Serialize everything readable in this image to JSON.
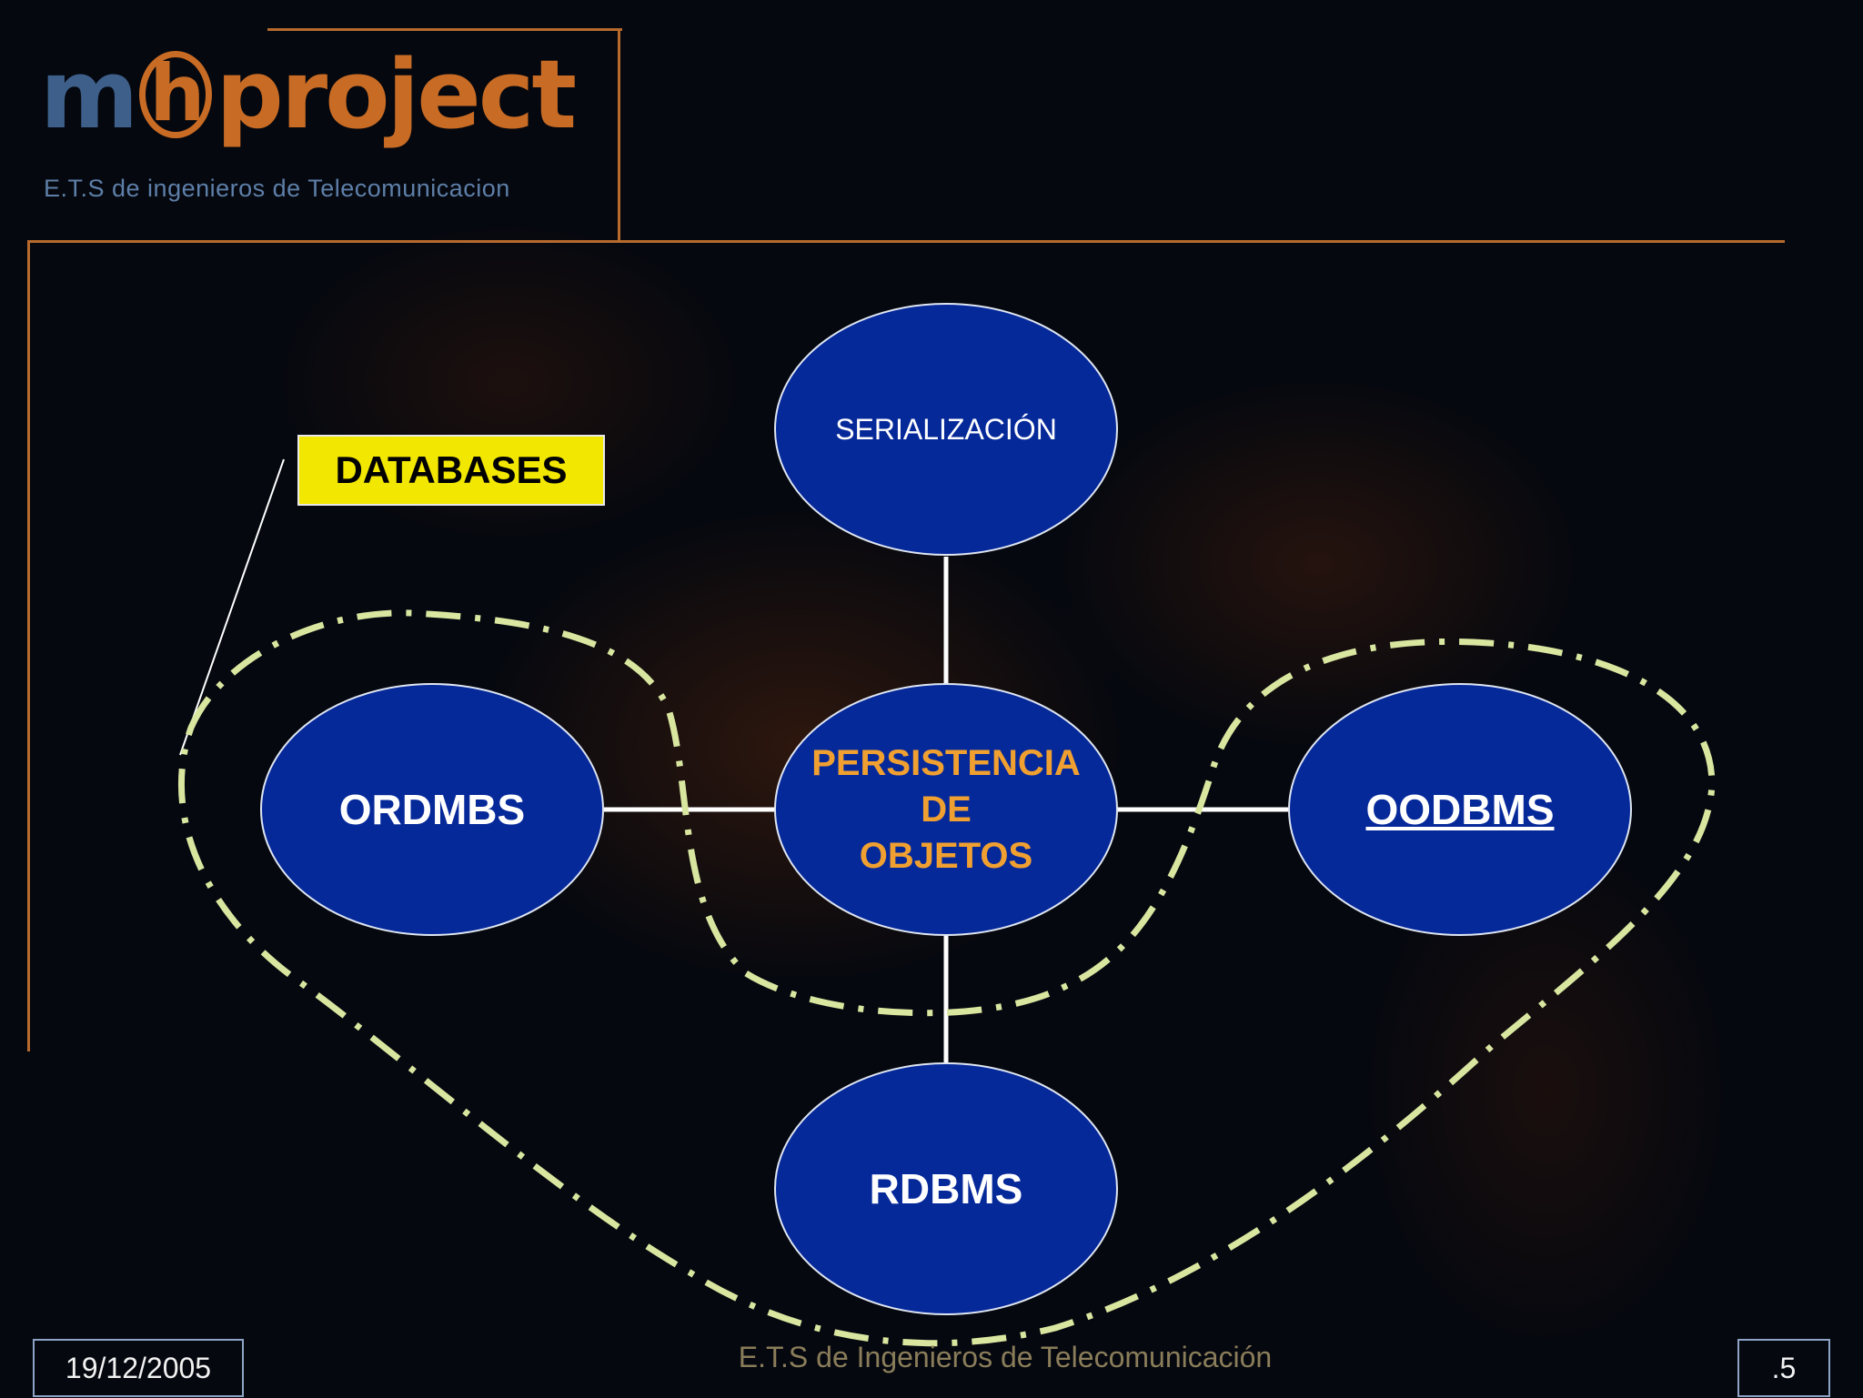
{
  "logo": {
    "m": "m",
    "h": "h",
    "rest": "project",
    "subtitle": "E.T.S de ingenieros de Telecomunicacion"
  },
  "diagram": {
    "callout": "DATABASES",
    "center": {
      "lines": [
        "PERSISTENCIA",
        "DE",
        "OBJETOS"
      ],
      "color": "#f0a030"
    },
    "nodes": {
      "top": "SERIALIZACIÓN",
      "left": "ORDMBS",
      "right": "OODBMS",
      "bottom": "RDBMS"
    },
    "colors": {
      "node_fill": "#06299a",
      "node_stroke": "#dfe6f2",
      "dashed_outline": "#d9e6a0",
      "accent_frame": "#b66a2c"
    }
  },
  "footer": {
    "date": "19/12/2005",
    "center": "E.T.S de Ingenieros de Telecomunicación",
    "page": ".5"
  }
}
